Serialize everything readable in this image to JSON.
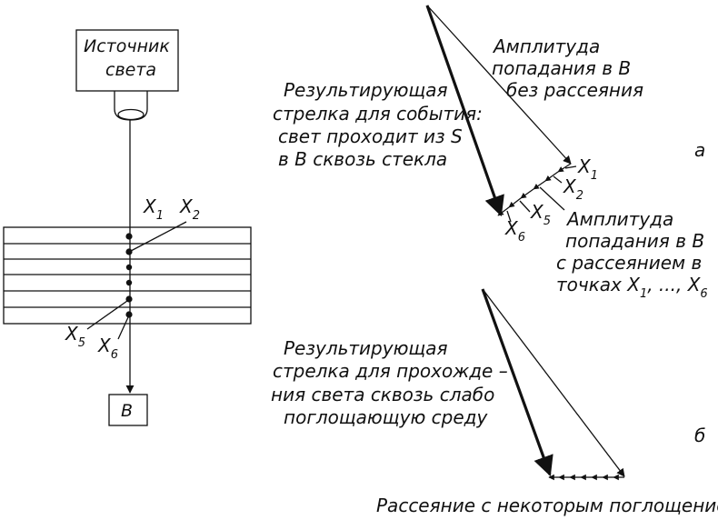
{
  "left": {
    "source_line1": "Источник",
    "source_line2": "света",
    "detector": "B",
    "x1": "X",
    "x1_sub": "1",
    "x2": "X",
    "x2_sub": "2",
    "x5": "X",
    "x5_sub": "5",
    "x6": "X",
    "x6_sub": "6"
  },
  "diagram_a": {
    "tag": "а",
    "amp_no_scatter": [
      "Амплитуда",
      "попадания в B",
      "без рассеяния"
    ],
    "resultant": [
      "Результирующая",
      "стрелка для события:",
      "свет проходит из S",
      "в B сквозь стекла"
    ],
    "amp_scatter_l1": "Амплитуда",
    "amp_scatter_l2": "попадания в B",
    "amp_scatter_l3": "с рассеянием в",
    "amp_scatter_l4a": "точках X",
    "amp_scatter_l4_sub1": "1",
    "amp_scatter_l4b": ", ..., X",
    "amp_scatter_l4_sub6": "6",
    "x1": "X",
    "x1_sub": "1",
    "x2": "X",
    "x2_sub": "2",
    "x5": "X",
    "x5_sub": "5",
    "x6": "X",
    "x6_sub": "6"
  },
  "diagram_b": {
    "tag": "б",
    "resultant": [
      "Результирующая",
      "стрелка для прохожде –",
      "ния света сквозь слабо",
      "поглощающую среду"
    ],
    "caption": "Рассеяние с некоторым поглощением"
  }
}
